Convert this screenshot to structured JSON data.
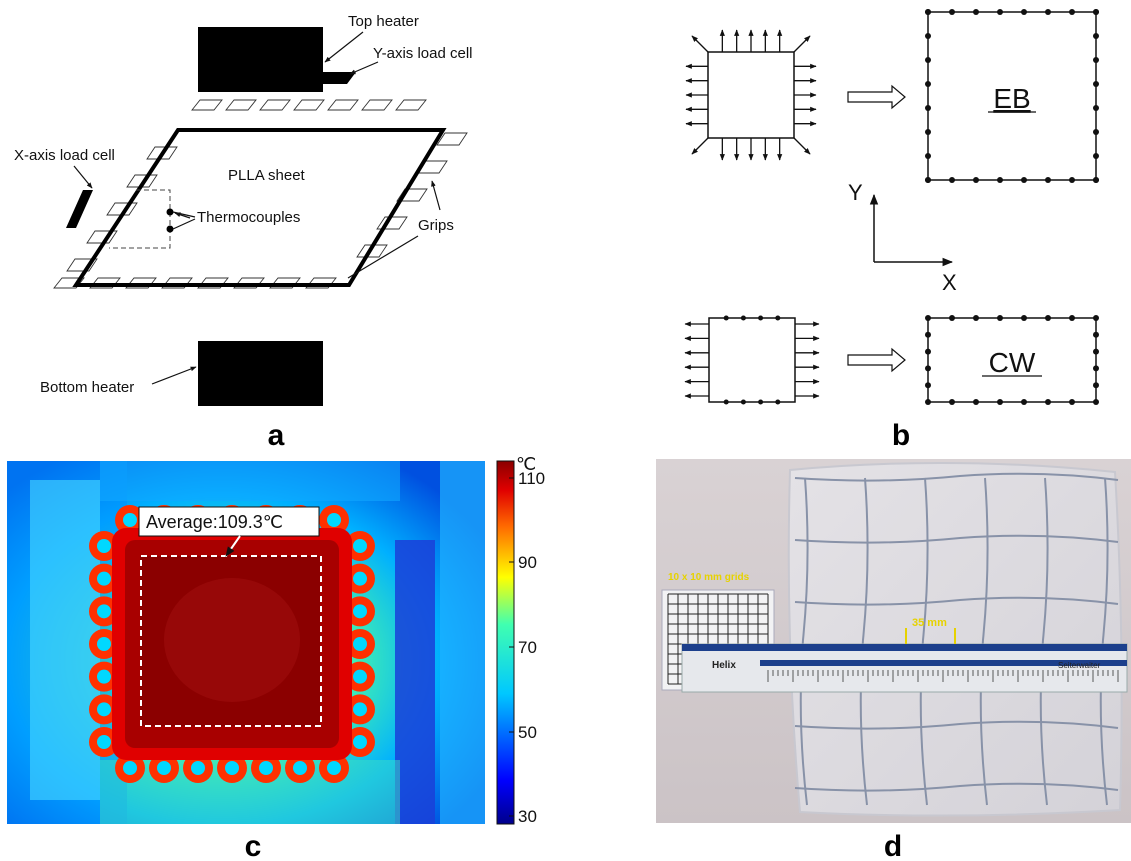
{
  "panel_a": {
    "letter": "a",
    "top_heater": "Top heater",
    "y_load_cell": "Y-axis load cell",
    "x_load_cell": "X-axis load cell",
    "sheet": "PLLA sheet",
    "thermocouples": "Thermocouples",
    "grips": "Grips",
    "bottom_heater": "Bottom heater"
  },
  "panel_b": {
    "letter": "b",
    "eb": "EB",
    "cw": "CW",
    "axis_y": "Y",
    "axis_x": "X"
  },
  "panel_c": {
    "letter": "c",
    "average": "Average:109.3℃",
    "unit": "℃",
    "colorbar_ticks": [
      "110",
      "90",
      "70",
      "50",
      "30"
    ]
  },
  "panel_d": {
    "letter": "d",
    "grid_label": "10 x 10 mm grids",
    "spacing_label": "35 mm",
    "ruler_brand_left": "Helix",
    "ruler_brand_right": "Seiterwaiter"
  },
  "colors": {
    "thermal_hot": "#8b0000",
    "thermal_mid": "#00c0ff",
    "thermal_cold": "#00008b",
    "annotation_yellow": "#e6d200",
    "ruler_blue": "#1c3f8c"
  }
}
